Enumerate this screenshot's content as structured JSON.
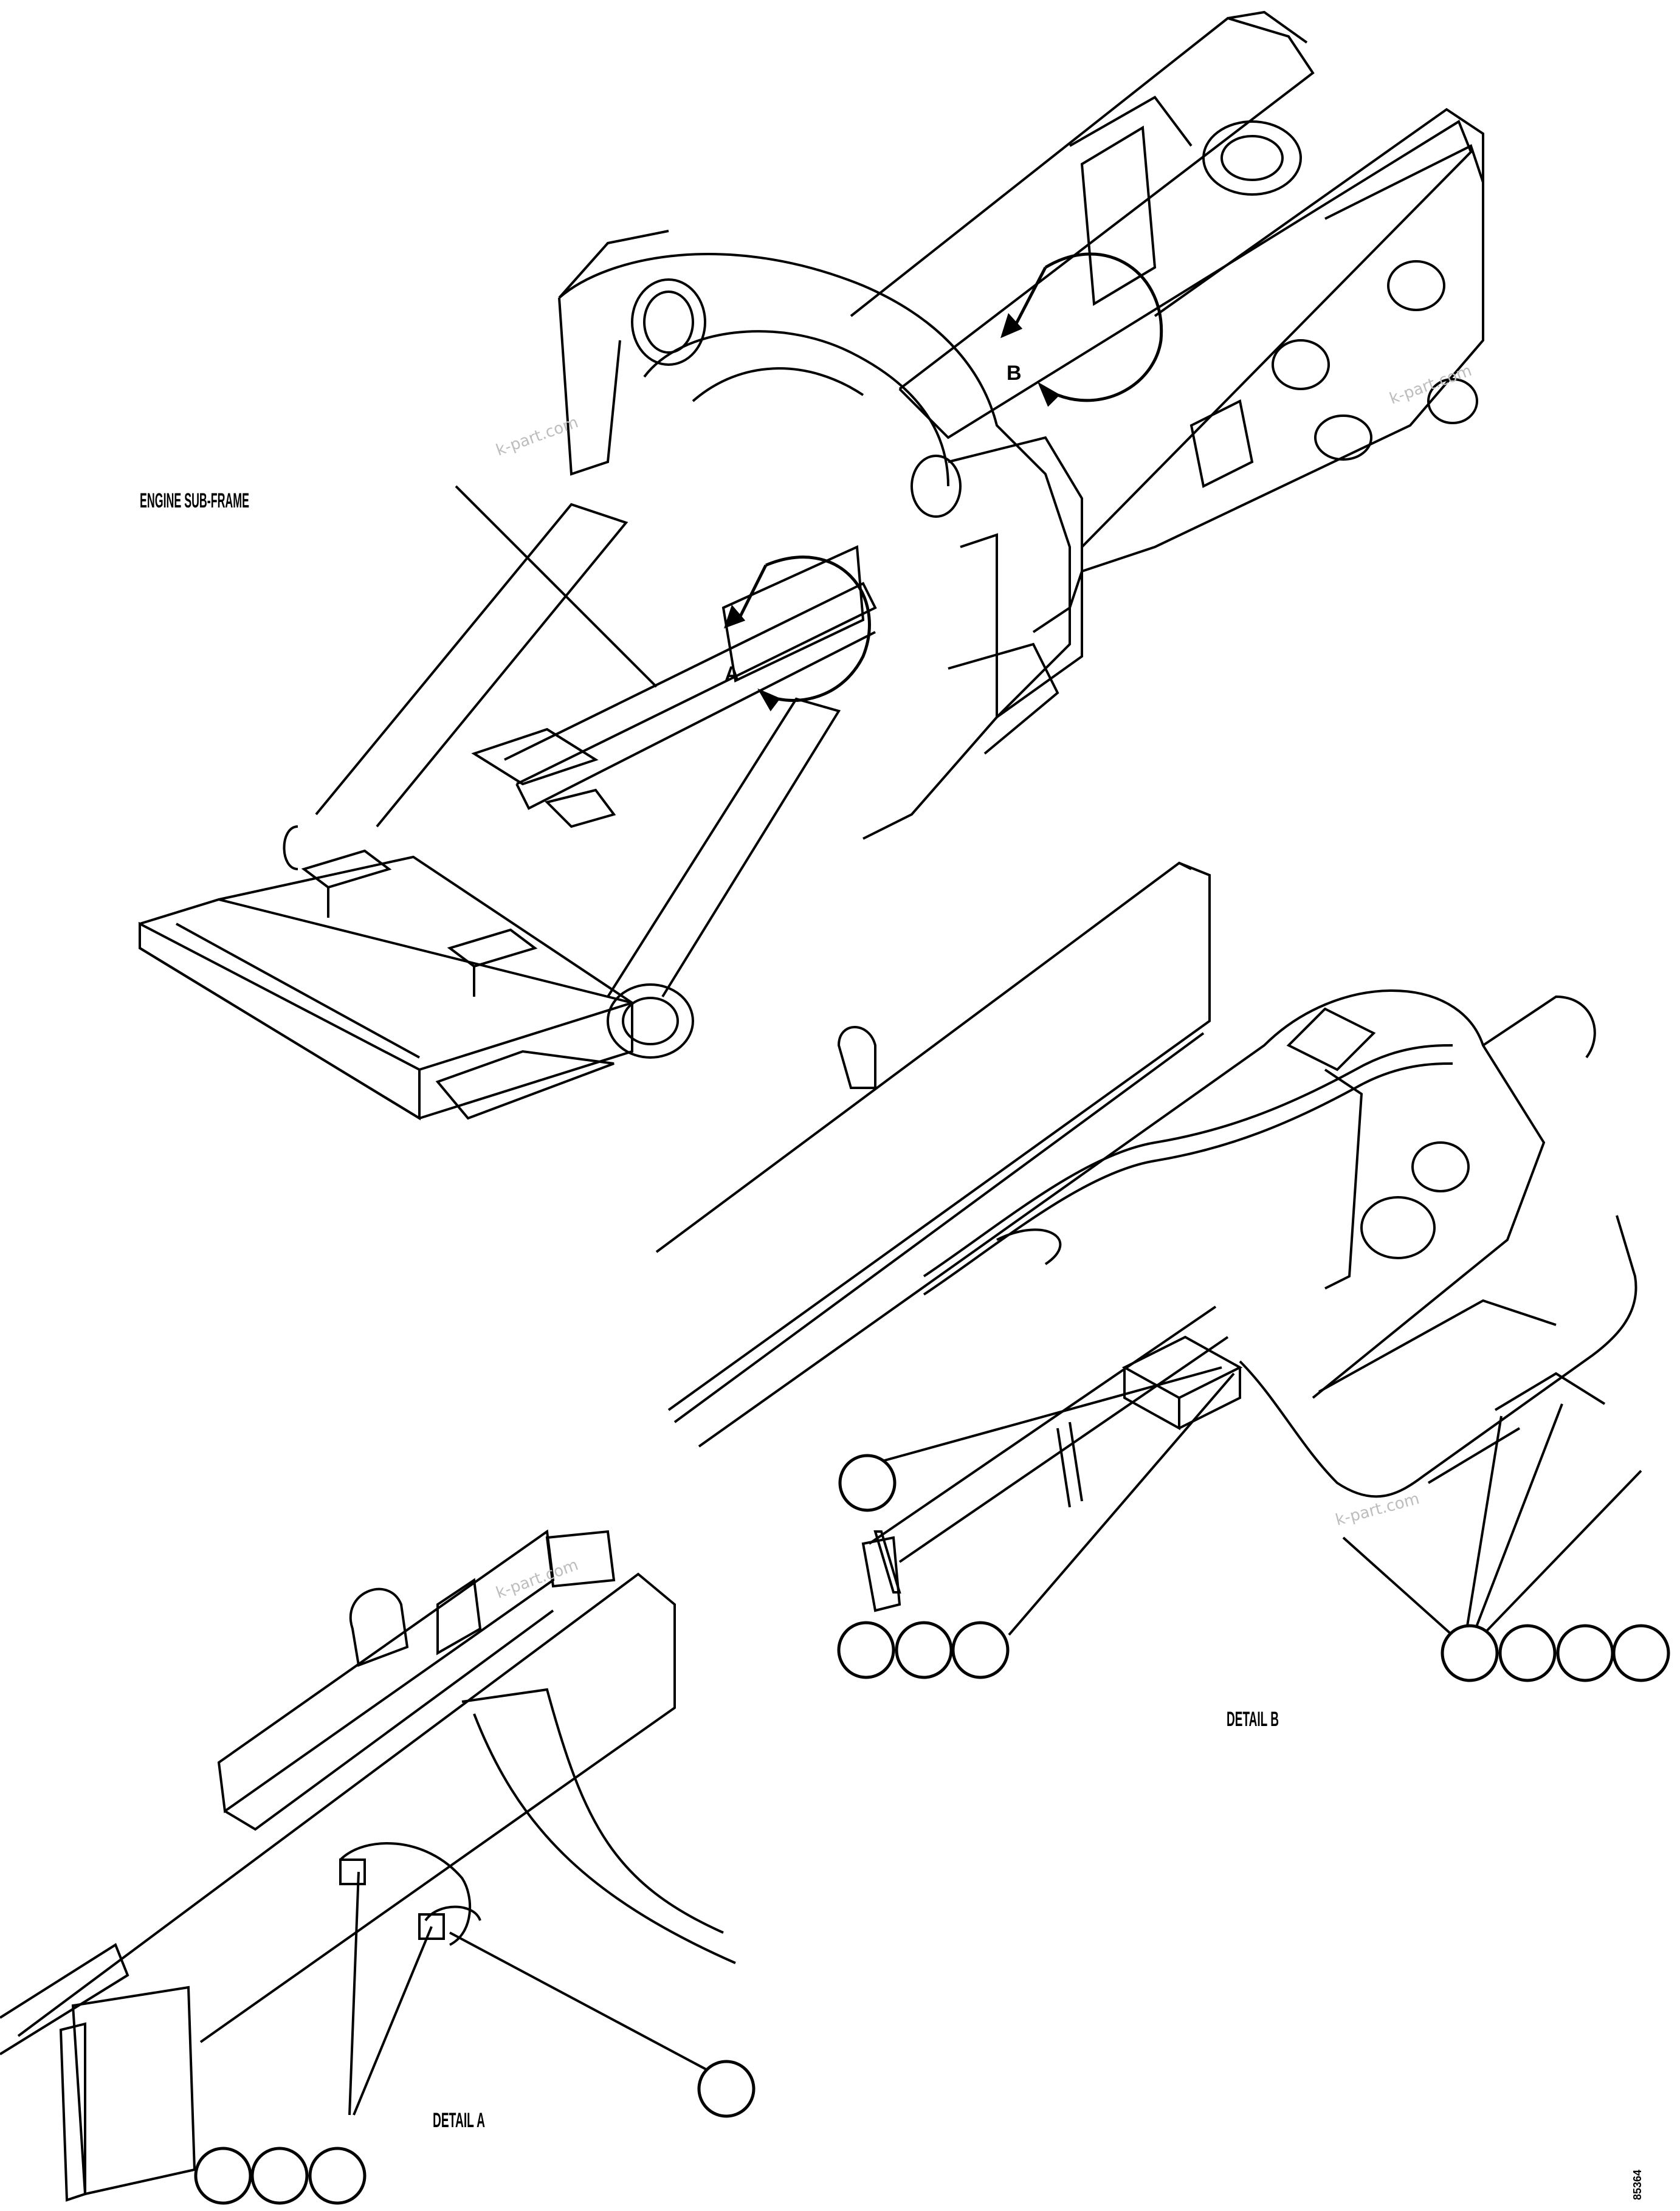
{
  "labels": {
    "engine_sub_frame": "ENGINE SUB-FRAME",
    "detail_a_title": "DETAIL A",
    "detail_b_title": "DETAIL B",
    "marker_a": "A",
    "marker_b": "B",
    "figure_number": "85364"
  },
  "watermark": "k-part.com",
  "colors": {
    "ink": "#000000",
    "watermark": "#bdbdbd",
    "background": "#ffffff"
  }
}
